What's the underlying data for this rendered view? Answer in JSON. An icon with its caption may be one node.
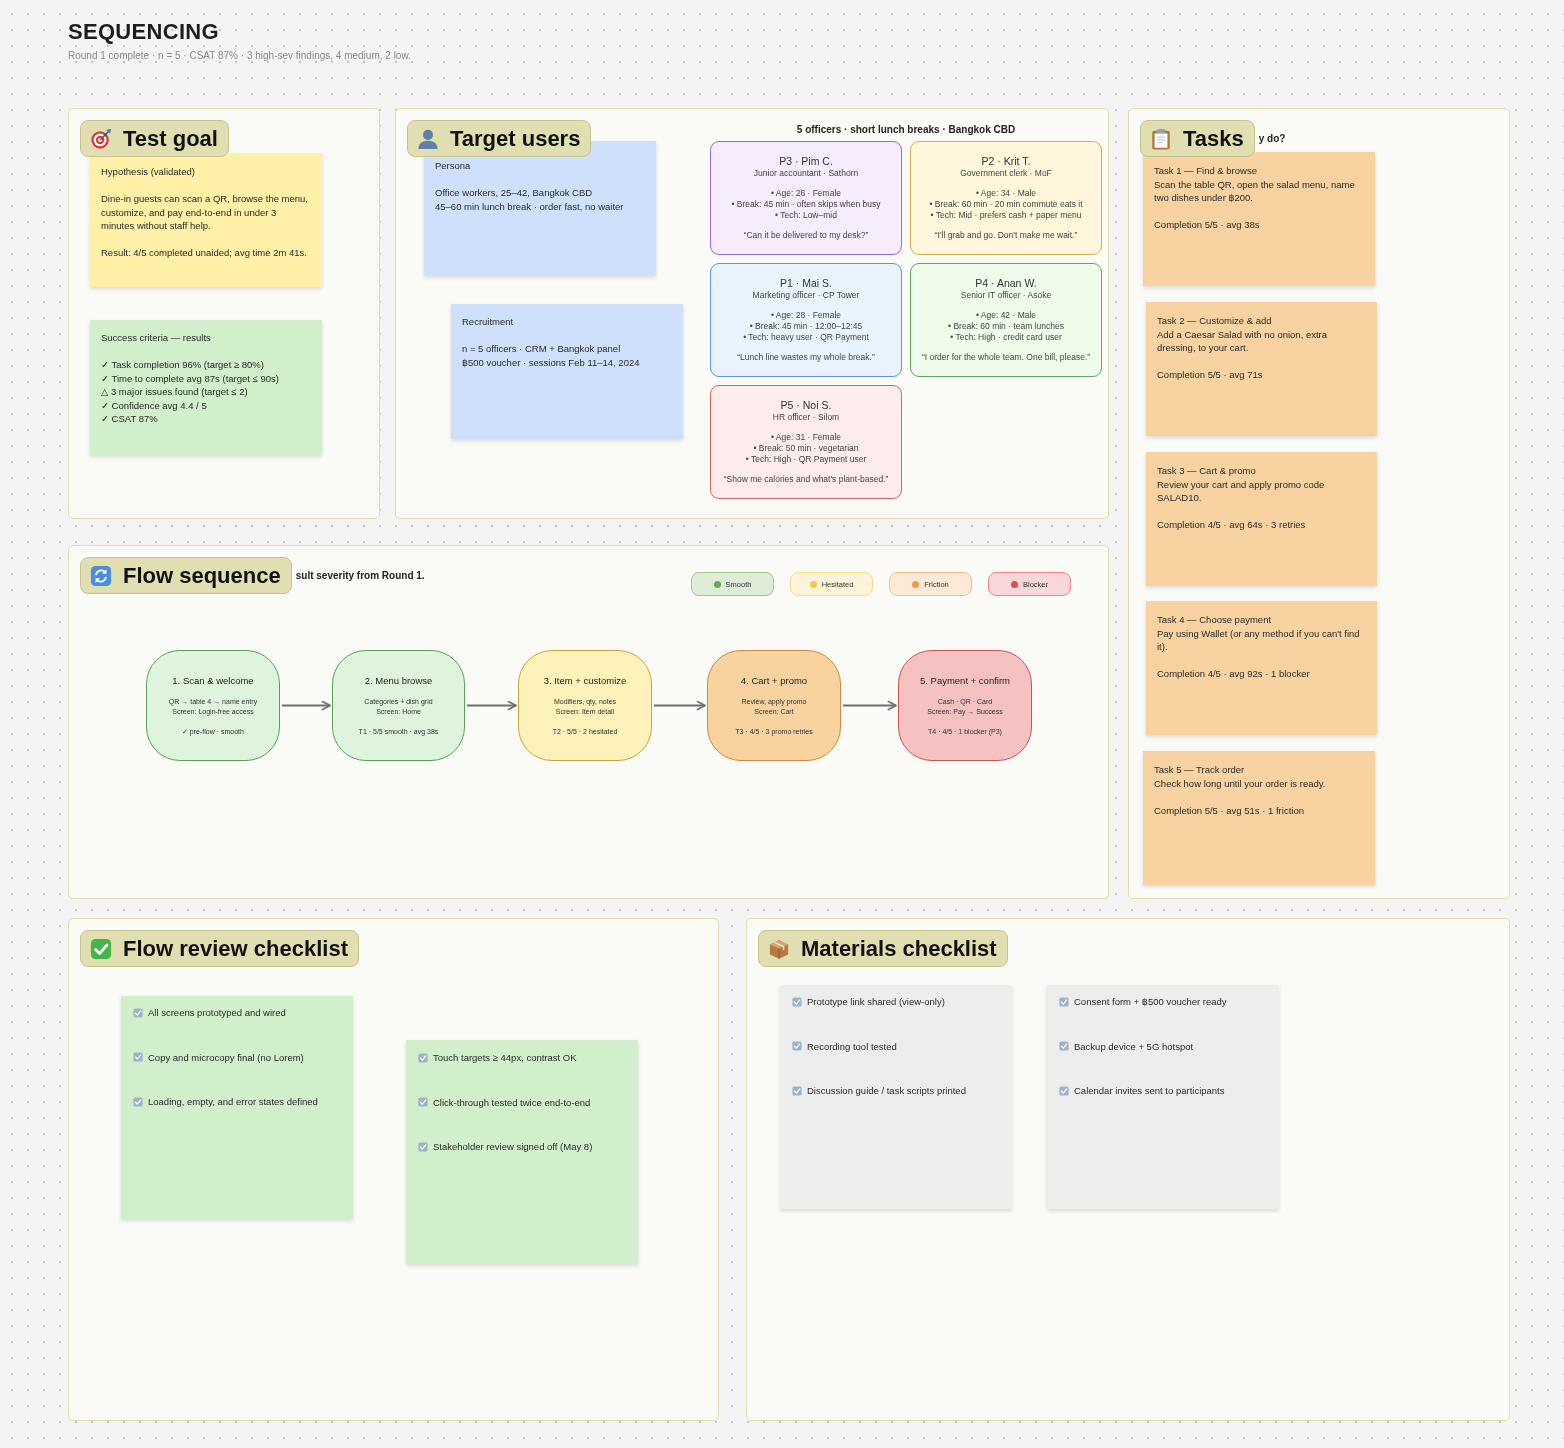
{
  "diagram": {
    "title": "SEQUENCING",
    "nodes": [
      {
        "text": [
          "Test goal"
        ]
      },
      {
        "text": [
          "Hypothesis (validated)",
          "Dine-in guests can scan a QR, browse the menu, customize, and pay end-to-end in under 3 minutes without staff help.",
          "Result: 4/5 completed unaided; avg time 2m 41s."
        ],
        "in": 0
      },
      {
        "text": [
          "Success criteria — results",
          "✓ Task completion 96% (target ≥ 80%)",
          "✓ Time to complete avg 87s (target ≤ 90s)",
          "△ 3 major issues found (target ≤ 2)",
          "✓ Confidence avg 4.4 / 5",
          "✓ CSAT 87%"
        ],
        "in": 0
      },
      {
        "text": [
          "Target users"
        ]
      },
      {
        "text": [
          "Persona",
          "Office workers, 25–42, Bangkok CBD",
          "45–60 min lunch break · order fast, no waiter"
        ],
        "in": 3
      },
      {
        "text": [
          "Recruitment",
          "n = 5 officers · CRM + Bangkok panel",
          "฿500 voucher · sessions Feb 11–14, 2024"
        ],
        "in": 3
      },
      {
        "text": [
          "P3 · Pim C.",
          "Junior accountant · Sathorn",
          "• Age: 26 · Female",
          "• Break: 45 min · often skips when busy",
          "• Tech: Low–mid",
          "“Can it be delivered to my desk?”"
        ],
        "in": 3
      },
      {
        "text": [
          "P2 · Krit T.",
          "Government clerk · MoF",
          "• Age: 34 · Male",
          "• Break: 60 min · 20 min commute eats it",
          "• Tech: Mid · prefers cash + paper menu",
          "“I'll grab and go. Don't make me wait.”"
        ],
        "in": 3
      },
      {
        "text": [
          "P1 · Mai S.",
          "Marketing officer · CP Tower",
          "• Age: 28 · Female",
          "• Break: 45 min · 12:00–12:45",
          "• Tech: heavy user · QR Payment",
          "“Lunch line wastes my whole break.”"
        ],
        "in": 3
      },
      {
        "text": [
          "P4 · Anan W.",
          "Senior IT officer · Asoke",
          "• Age: 42 · Male",
          "• Break: 60 min · team lunches",
          "• Tech: High · credit card user",
          "“I order for the whole team. One bill, please.”"
        ],
        "in": 3
      },
      {
        "text": [
          "P5 · Noi S.",
          "HR officer · Silom",
          "• Age: 31 · Female",
          "• Break: 50 min · vegetarian",
          "• Tech: High · QR Payment user",
          "“Show me calories and what's plant-based.”"
        ],
        "in": 3
      },
      {
        "text": [
          "Tasks",
          "y do?"
        ]
      },
      {
        "text": [
          "Task 1 — Find & browse",
          "Scan the table QR, open the salad menu, name two dishes under ฿200.",
          "Completion 5/5 · avg 38s"
        ],
        "in": 11
      },
      {
        "text": [
          "Task 2 — Customize & add",
          "Add a Caesar Salad with no onion, extra dressing, to your cart.",
          "Completion 5/5 · avg 71s"
        ],
        "in": 11
      },
      {
        "text": [
          "Task 3 — Cart & promo",
          "Review your cart and apply promo code SALAD10.",
          "Completion 4/5 · avg 64s · 3 retries"
        ],
        "in": 11
      },
      {
        "text": [
          "Task 4 — Choose payment",
          "Pay using Wallet (or any method if you can't find it).",
          "Completion 4/5 · avg 92s · 1 blocker"
        ],
        "in": 11
      },
      {
        "text": [
          "Task 5 — Track order",
          "Check how long until your order is ready.",
          "Completion 5/5 · avg 51s · 1 friction"
        ],
        "in": 11
      },
      {
        "text": [
          "Flow sequence",
          "sult severity from Round 1."
        ]
      },
      {
        "text": [
          "1. Scan & welcome",
          "QR → table 4 → name entry",
          "Screen: Login-free access",
          "✓ pre-flow · smooth"
        ],
        "in": 17
      },
      {
        "text": [
          "2. Menu browse",
          "Categories + dish grid",
          "Screen: Home",
          "T1 · 5/5 smooth · avg 38s"
        ],
        "in": 17
      },
      {
        "text": [
          "3. Item + customize",
          "Modifiers, qty, notes",
          "Screen: Item detail",
          "T2 · 5/5 · 2 hesitated"
        ],
        "in": 17
      },
      {
        "text": [
          "4. Cart + promo",
          "Review, apply promo",
          "Screen: Cart",
          "T3 · 4/5 · 3 promo retries"
        ],
        "in": 17
      },
      {
        "text": [
          "5. Payment + confirm",
          "Cash · QR · Card",
          "Screen: Pay → Success",
          "T4 · 4/5 · 1 blocker (P3)"
        ],
        "in": 17
      },
      {
        "text": [
          "Flow review checklist"
        ]
      },
      {
        "text": [
          "All screens prototyped and wired",
          "Copy and microcopy final (no Lorem)",
          "Loading, empty, and error states defined"
        ],
        "in": 23
      },
      {
        "text": [
          "Touch targets ≥ 44px, contrast OK",
          "Click-through tested twice end-to-end",
          "Stakeholder review signed off (May 8)"
        ],
        "in": 23
      },
      {
        "text": [
          "Materials checklist"
        ]
      },
      {
        "text": [
          "Prototype link shared (view-only)",
          "Recording tool tested",
          "Discussion guide / task scripts printed"
        ],
        "in": 26
      },
      {
        "text": [
          "Consent form + ฿500 voucher ready",
          "Backup device + 5G hotspot",
          "Calendar invites sent to participants"
        ],
        "in": 26
      }
    ],
    "edges": [
      {
        "from": 18,
        "to": 19,
        "arrow": "to"
      },
      {
        "from": 19,
        "to": 20,
        "arrow": "to"
      },
      {
        "from": 20,
        "to": 21,
        "arrow": "to"
      },
      {
        "from": 21,
        "to": 22,
        "arrow": "to"
      }
    ],
    "labels": [
      "Round 1 complete · n = 5 · CSAT 87% · 3 high-sev findings, 4 medium, 2 low.",
      "5 officers · short lunch breaks · Bangkok CBD"
    ],
    "legend": [
      {
        "text": "Smooth",
        "color": "#6aa84f"
      },
      {
        "text": "Hesitated",
        "color": "#f2c94c"
      },
      {
        "text": "Friction",
        "color": "#f2994a"
      },
      {
        "text": "Blocker",
        "color": "#e5484d"
      }
    ]
  }
}
